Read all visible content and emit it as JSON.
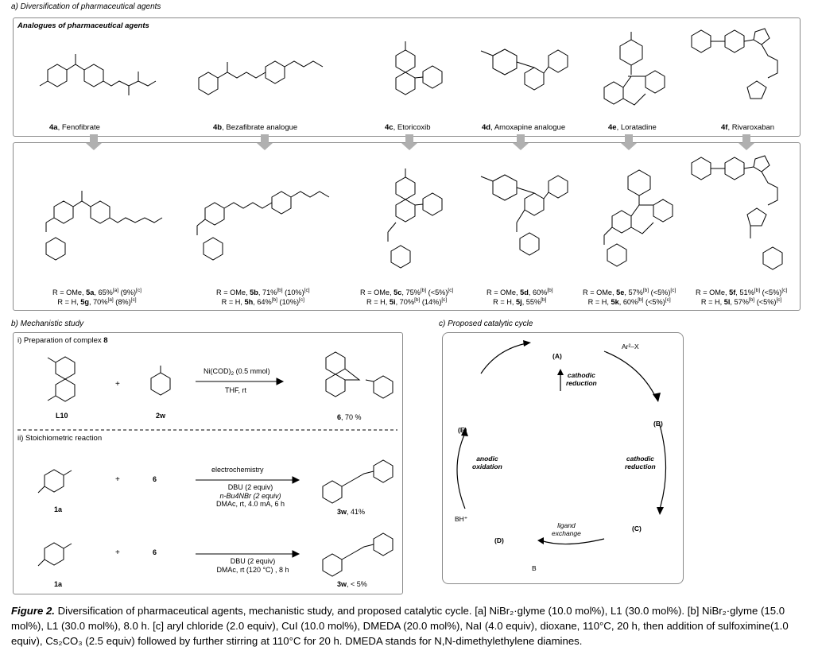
{
  "section_a": {
    "heading": "a) Diversification of pharmaceutical agents",
    "box_title": "Analogues of pharmaceutical agents",
    "drugs": [
      {
        "id": "4a",
        "name": ", Fenofibrate"
      },
      {
        "id": "4b",
        "name": ", Bezafibrate analogue"
      },
      {
        "id": "4c",
        "name": ", Etoricoxib"
      },
      {
        "id": "4d",
        "name": ", Amoxapine analogue"
      },
      {
        "id": "4e",
        "name": ", Loratadine"
      },
      {
        "id": "4f",
        "name": ", Rivaroxaban"
      }
    ],
    "products": [
      {
        "ome": "R = OMe, ",
        "ome_id": "5a",
        "ome_yield": ", 65%",
        "ome_sup": "[a]",
        "ome_extra": " (9%)",
        "ome_sup2": "[c]",
        "h": "R = H, ",
        "h_id": "5g",
        "h_yield": ", 70%",
        "h_sup": "[a]",
        "h_extra": " (8%)",
        "h_sup2": "[c]"
      },
      {
        "ome": "R = OMe, ",
        "ome_id": "5b",
        "ome_yield": ", 71%",
        "ome_sup": "[b]",
        "ome_extra": " (10%)",
        "ome_sup2": "[c]",
        "h": "R = H, ",
        "h_id": "5h",
        "h_yield": ", 64%",
        "h_sup": "[b]",
        "h_extra": " (10%)",
        "h_sup2": "[c]"
      },
      {
        "ome": "R = OMe, ",
        "ome_id": "5c",
        "ome_yield": ", 75%",
        "ome_sup": "[b]",
        "ome_extra": " (<5%)",
        "ome_sup2": "[c]",
        "h": "R = H, ",
        "h_id": "5i",
        "h_yield": ", 70%",
        "h_sup": "[b]",
        "h_extra": " (14%)",
        "h_sup2": "[c]"
      },
      {
        "ome": "R = OMe, ",
        "ome_id": "5d",
        "ome_yield": ", 60%",
        "ome_sup": "[b]",
        "ome_extra": "",
        "ome_sup2": "",
        "h": "R = H, ",
        "h_id": "5j",
        "h_yield": ", 55%",
        "h_sup": "[b]",
        "h_extra": "",
        "h_sup2": ""
      },
      {
        "ome": "R = OMe, ",
        "ome_id": "5e",
        "ome_yield": ", 57%",
        "ome_sup": "[b]",
        "ome_extra": " (<5%)",
        "ome_sup2": "[c]",
        "h": "R = H, ",
        "h_id": "5k",
        "h_yield": ", 60%",
        "h_sup": "[b]",
        "h_extra": " (<5%)",
        "h_sup2": "[c]"
      },
      {
        "ome": "R = OMe, ",
        "ome_id": "5f",
        "ome_yield": ", 51%",
        "ome_sup": "[b]",
        "ome_extra": " (<5%)",
        "ome_sup2": "[c]",
        "h": "R = H, ",
        "h_id": "5l",
        "h_yield": ", 57%",
        "h_sup": "[b]",
        "h_extra": " (<5%)",
        "h_sup2": "[c]"
      }
    ]
  },
  "section_b": {
    "heading": "b) Mechanistic study",
    "part1": "i) Preparation of complex ",
    "part1_num": "8",
    "part2": "ii) Stoichiometric reaction",
    "L10": "L10",
    "w2": "2w",
    "r1_cond1": "Ni(COD)",
    "r1_cond1_sub": "2",
    "r1_cond1_tail": " (0.5 mmol)",
    "r1_cond2": "THF, rt",
    "p6": "6",
    "p6_yield": ", 70 %",
    "plus": "+",
    "s1a": "1a",
    "r2_top": "electrochemistry",
    "r2_c1": "DBU (2 equiv)",
    "r2_c2": "n-Bu4NBr (2 equiv)",
    "r2_c3": "DMAc, rt, 4.0 mA, 6 h",
    "p3w": "3w",
    "p3w_yield": ", 41%",
    "r3_c1": "DBU (2 equiv)",
    "r3_c2": "DMAc, rt (120 °C) , 8 h",
    "p3w_yield2": ", < 5%"
  },
  "section_c": {
    "heading": "c) Proposed catalytic cycle",
    "A": "(A)",
    "B": "(B)",
    "C": "(C)",
    "D": "(D)",
    "E": "(E)",
    "cathodic1": "cathodic\nreduction",
    "cathodic2": "cathodic\nreduction",
    "anodic": "anodic\noxidation",
    "ligand": "ligand\nexchange",
    "ar2x": "Ar²–X",
    "bh": "BH⁺",
    "b": "B"
  },
  "caption": {
    "fig": "Figure 2.",
    "text": " Diversification of pharmaceutical agents, mechanistic study, and proposed catalytic cycle. [a] NiBr₂·glyme (10.0 mol%), L1 (30.0 mol%). [b] NiBr₂·glyme (15.0 mol%), L1 (30.0 mol%), 8.0 h. [c] aryl chloride (2.0 equiv), CuI (10.0 mol%), DMEDA (20.0 mol%), NaI (4.0 equiv), dioxane, 110°C, 20 h, then addition of sulfoximine(1.0 equiv), Cs₂CO₃ (2.5 equiv) followed by further stirring at 110°C for 20 h. DMEDA stands for N,N-dimethylethylene diamines."
  }
}
